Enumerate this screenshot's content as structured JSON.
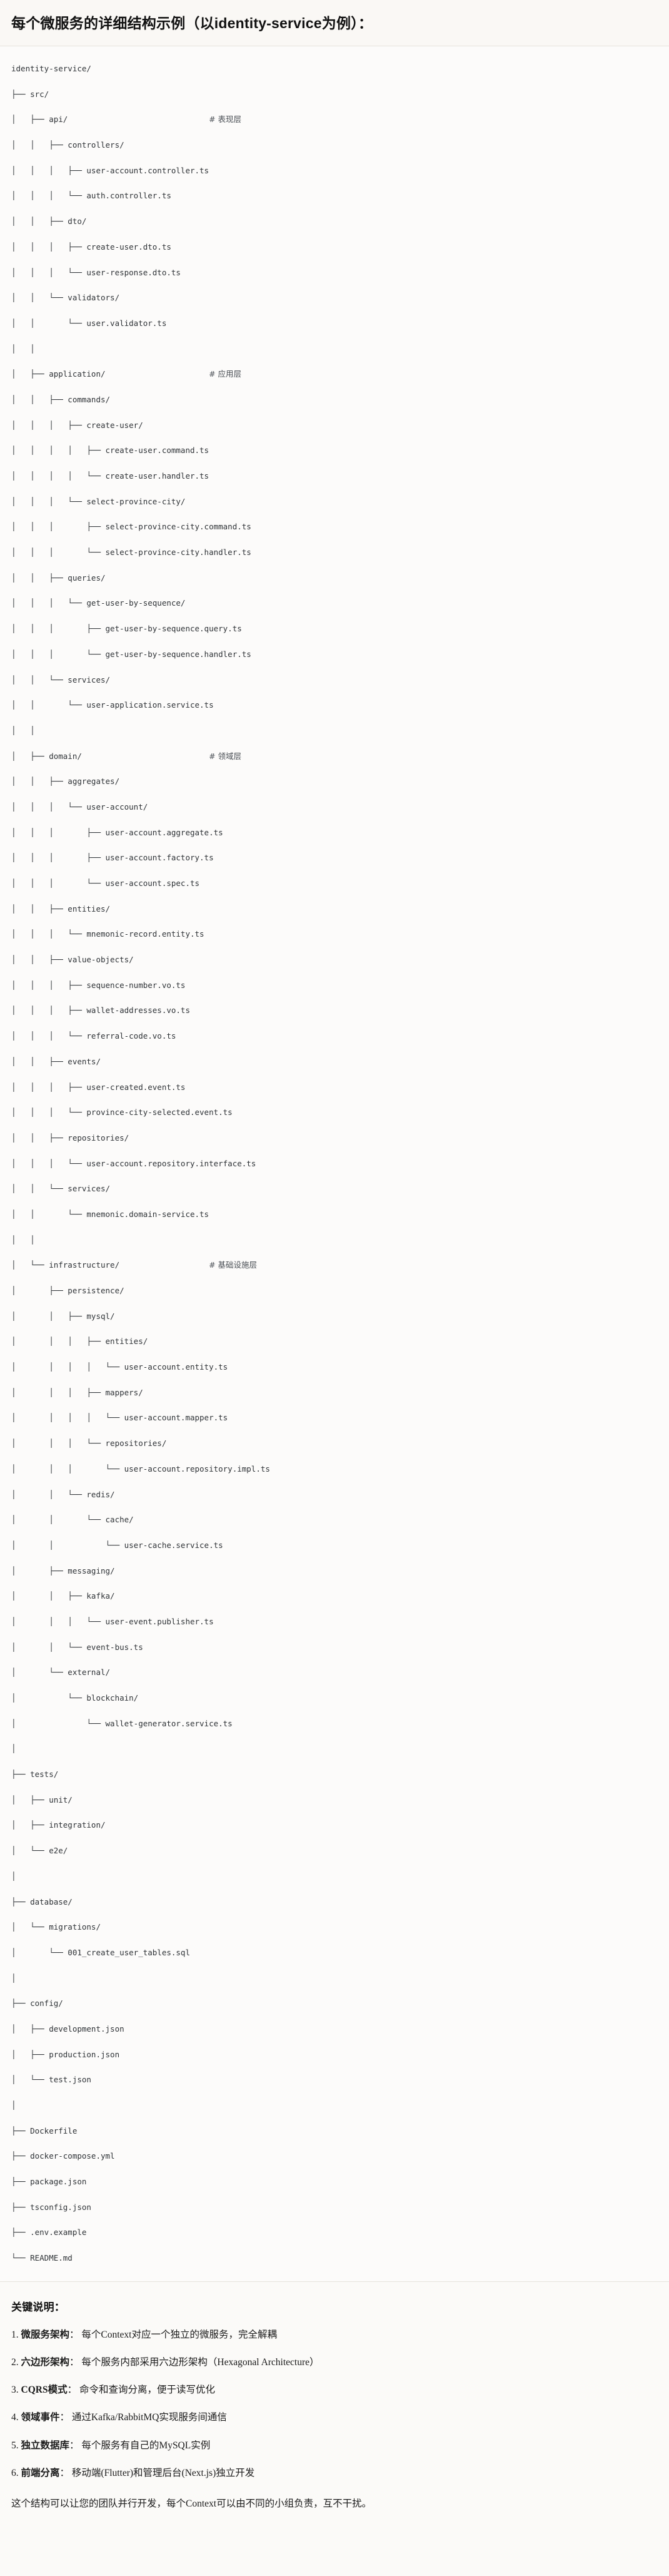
{
  "header": {
    "title": "每个微服务的详细结构示例（以identity-service为例）："
  },
  "tree": {
    "root_label": "identity-service/",
    "comment_marker": "#",
    "lines": [
      "identity-service/",
      "├── src/",
      "│   ├── api/                              # 表现层",
      "│   │   ├── controllers/",
      "│   │   │   ├── user-account.controller.ts",
      "│   │   │   └── auth.controller.ts",
      "│   │   ├── dto/",
      "│   │   │   ├── create-user.dto.ts",
      "│   │   │   └── user-response.dto.ts",
      "│   │   └── validators/",
      "│   │       └── user.validator.ts",
      "│   │",
      "│   ├── application/                      # 应用层",
      "│   │   ├── commands/",
      "│   │   │   ├── create-user/",
      "│   │   │   │   ├── create-user.command.ts",
      "│   │   │   │   └── create-user.handler.ts",
      "│   │   │   └── select-province-city/",
      "│   │   │       ├── select-province-city.command.ts",
      "│   │   │       └── select-province-city.handler.ts",
      "│   │   ├── queries/",
      "│   │   │   └── get-user-by-sequence/",
      "│   │   │       ├── get-user-by-sequence.query.ts",
      "│   │   │       └── get-user-by-sequence.handler.ts",
      "│   │   └── services/",
      "│   │       └── user-application.service.ts",
      "│   │",
      "│   ├── domain/                           # 领域层",
      "│   │   ├── aggregates/",
      "│   │   │   └── user-account/",
      "│   │   │       ├── user-account.aggregate.ts",
      "│   │   │       ├── user-account.factory.ts",
      "│   │   │       └── user-account.spec.ts",
      "│   │   ├── entities/",
      "│   │   │   └── mnemonic-record.entity.ts",
      "│   │   ├── value-objects/",
      "│   │   │   ├── sequence-number.vo.ts",
      "│   │   │   ├── wallet-addresses.vo.ts",
      "│   │   │   └── referral-code.vo.ts",
      "│   │   ├── events/",
      "│   │   │   ├── user-created.event.ts",
      "│   │   │   └── province-city-selected.event.ts",
      "│   │   ├── repositories/",
      "│   │   │   └── user-account.repository.interface.ts",
      "│   │   └── services/",
      "│   │       └── mnemonic.domain-service.ts",
      "│   │",
      "│   └── infrastructure/                   # 基础设施层",
      "│       ├── persistence/",
      "│       │   ├── mysql/",
      "│       │   │   ├── entities/",
      "│       │   │   │   └── user-account.entity.ts",
      "│       │   │   ├── mappers/",
      "│       │   │   │   └── user-account.mapper.ts",
      "│       │   │   └── repositories/",
      "│       │   │       └── user-account.repository.impl.ts",
      "│       │   └── redis/",
      "│       │       └── cache/",
      "│       │           └── user-cache.service.ts",
      "│       ├── messaging/",
      "│       │   ├── kafka/",
      "│       │   │   └── user-event.publisher.ts",
      "│       │   └── event-bus.ts",
      "│       └── external/",
      "│           └── blockchain/",
      "│               └── wallet-generator.service.ts",
      "│",
      "├── tests/",
      "│   ├── unit/",
      "│   ├── integration/",
      "│   └── e2e/",
      "│",
      "├── database/",
      "│   └── migrations/",
      "│       └── 001_create_user_tables.sql",
      "│",
      "├── config/",
      "│   ├── development.json",
      "│   ├── production.json",
      "│   └── test.json",
      "│",
      "├── Dockerfile",
      "├── docker-compose.yml",
      "├── package.json",
      "├── tsconfig.json",
      "├── .env.example",
      "└── README.md"
    ],
    "layer_comments": [
      {
        "path": "src/api/",
        "comment": "# 表现层"
      },
      {
        "path": "src/application/",
        "comment": "# 应用层"
      },
      {
        "path": "src/domain/",
        "comment": "# 领域层"
      },
      {
        "path": "src/infrastructure/",
        "comment": "# 基础设施层"
      }
    ]
  },
  "notes": {
    "title": "关键说明：",
    "items": [
      {
        "key": "微服务架构",
        "sep": "：",
        "value": "每个Context对应一个独立的微服务，完全解耦"
      },
      {
        "key": "六边形架构",
        "sep": "：",
        "value": "每个服务内部采用六边形架构（Hexagonal Architecture）"
      },
      {
        "key": "CQRS模式",
        "sep": "：",
        "value": "命令和查询分离，便于读写优化"
      },
      {
        "key": "领域事件",
        "sep": "：",
        "value": "通过Kafka/RabbitMQ实现服务间通信"
      },
      {
        "key": "独立数据库",
        "sep": "：",
        "value": "每个服务有自己的MySQL实例"
      },
      {
        "key": "前端分离",
        "sep": "：",
        "value": "移动端(Flutter)和管理后台(Next.js)独立开发"
      }
    ],
    "closing": "这个结构可以让您的团队并行开发，每个Context可以由不同的小组负责，互不干扰。"
  },
  "colors": {
    "page_bg": "#fbfaf8",
    "code_bg": "#fcfbfa",
    "text": "#1a1a1a",
    "code_text": "#2f3337",
    "comment_text": "#4a4f55",
    "divider": "#e6e3dd"
  }
}
